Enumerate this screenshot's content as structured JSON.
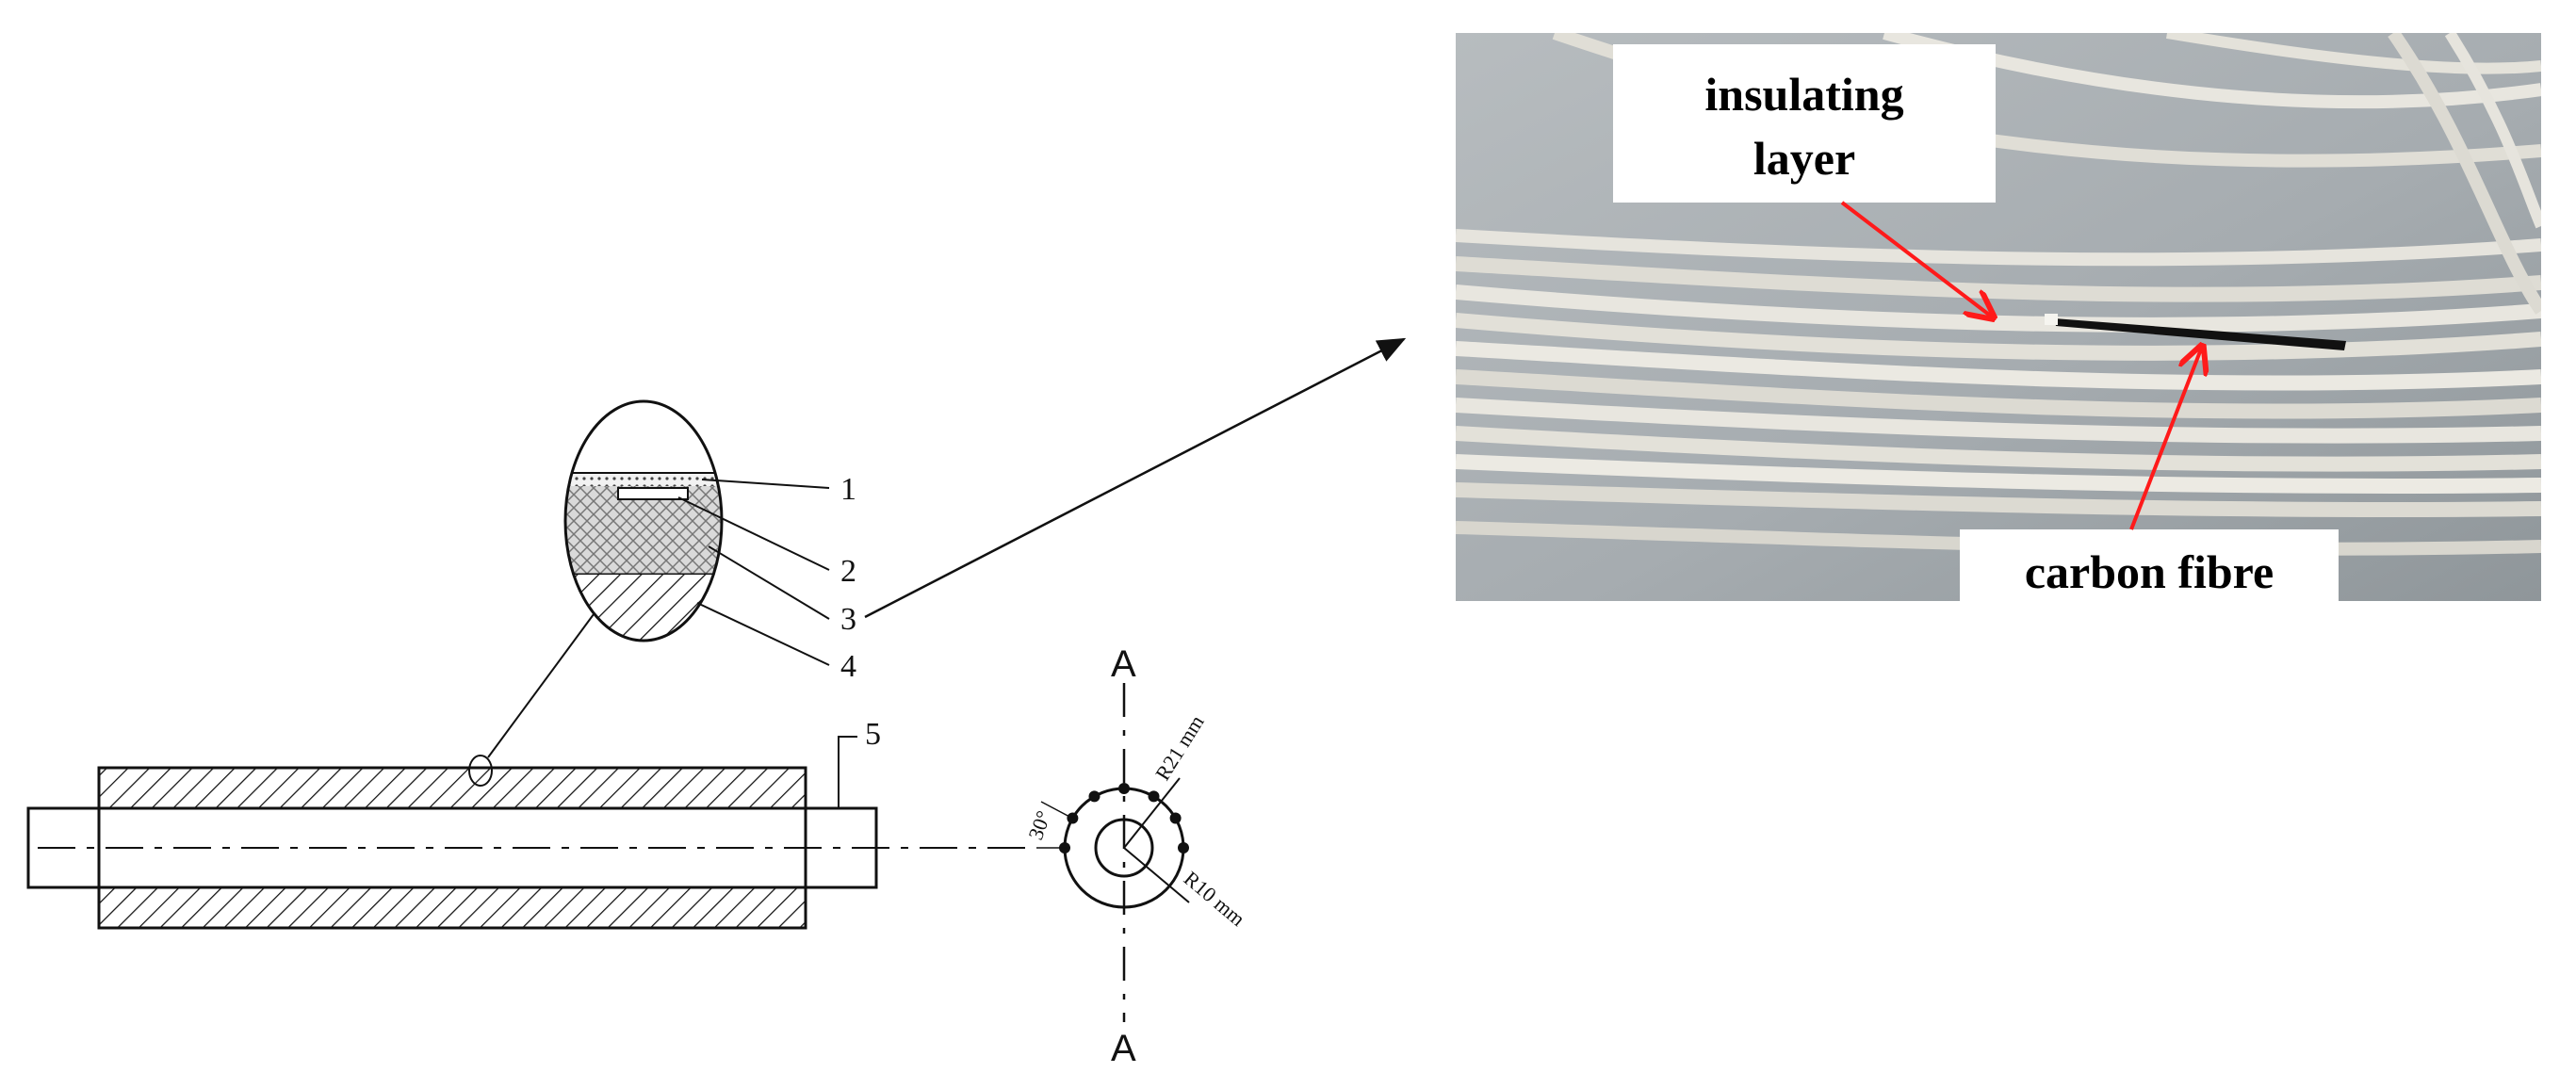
{
  "drawing": {
    "part_labels": [
      "1",
      "2",
      "3",
      "4",
      "5"
    ],
    "section_label_top": "A",
    "section_label_bottom": "A",
    "dim_angle": "30°",
    "dim_outer_radius": "R21 mm",
    "dim_inner_radius": "R10 mm"
  },
  "photo": {
    "callout_insulating_line1": "insulating",
    "callout_insulating_line2": "layer",
    "callout_carbon": "carbon fibre"
  },
  "colors": {
    "line": "#111111",
    "pointer": "#ff1a1a",
    "photo_bg": "#aab0b3",
    "wire": "#e8e6df"
  }
}
